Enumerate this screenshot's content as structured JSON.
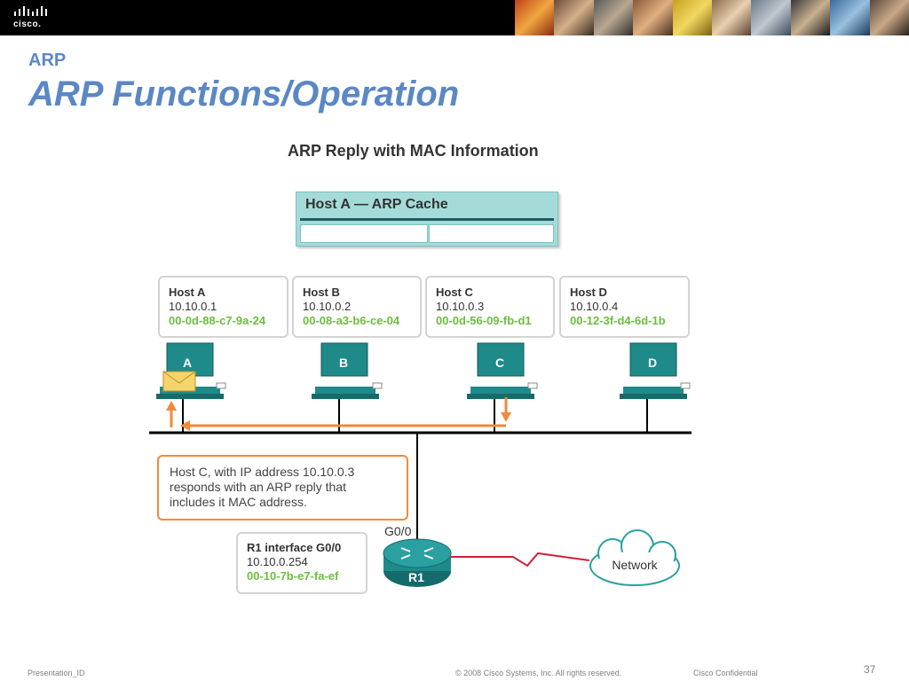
{
  "header": {
    "logo_text": "cisco."
  },
  "slide": {
    "section": "ARP",
    "title": "ARP Functions/Operation"
  },
  "diagram": {
    "title": "ARP Reply with MAC Information",
    "cache_title": "Host A — ARP Cache",
    "hosts": [
      {
        "name": "Host A",
        "ip": "10.10.0.1",
        "mac": "00-0d-88-c7-9a-24",
        "label": "A"
      },
      {
        "name": "Host B",
        "ip": "10.10.0.2",
        "mac": "00-08-a3-b6-ce-04",
        "label": "B"
      },
      {
        "name": "Host C",
        "ip": "10.10.0.3",
        "mac": "00-0d-56-09-fb-d1",
        "label": "C"
      },
      {
        "name": "Host D",
        "ip": "10.10.0.4",
        "mac": "00-12-3f-d4-6d-1b",
        "label": "D"
      }
    ],
    "callout_lines": [
      "Host C, with IP address 10.10.0.3",
      "responds with an ARP reply that",
      "includes it MAC address."
    ],
    "router": {
      "title": "R1 interface G0/0",
      "ip": "10.10.0.254",
      "mac": "00-10-7b-e7-fa-ef",
      "label": "R1",
      "interface": "G0/0"
    },
    "network_label": "Network",
    "colors": {
      "teal": "#2a8c8c",
      "orange": "#f08a3b",
      "green": "#6abf3c",
      "title_blue": "#5b87c5"
    }
  },
  "footer": {
    "left": "Presentation_ID",
    "copyright": "© 2008 Cisco Systems, Inc. All rights reserved.",
    "confidential": "Cisco Confidential",
    "page": "37"
  }
}
